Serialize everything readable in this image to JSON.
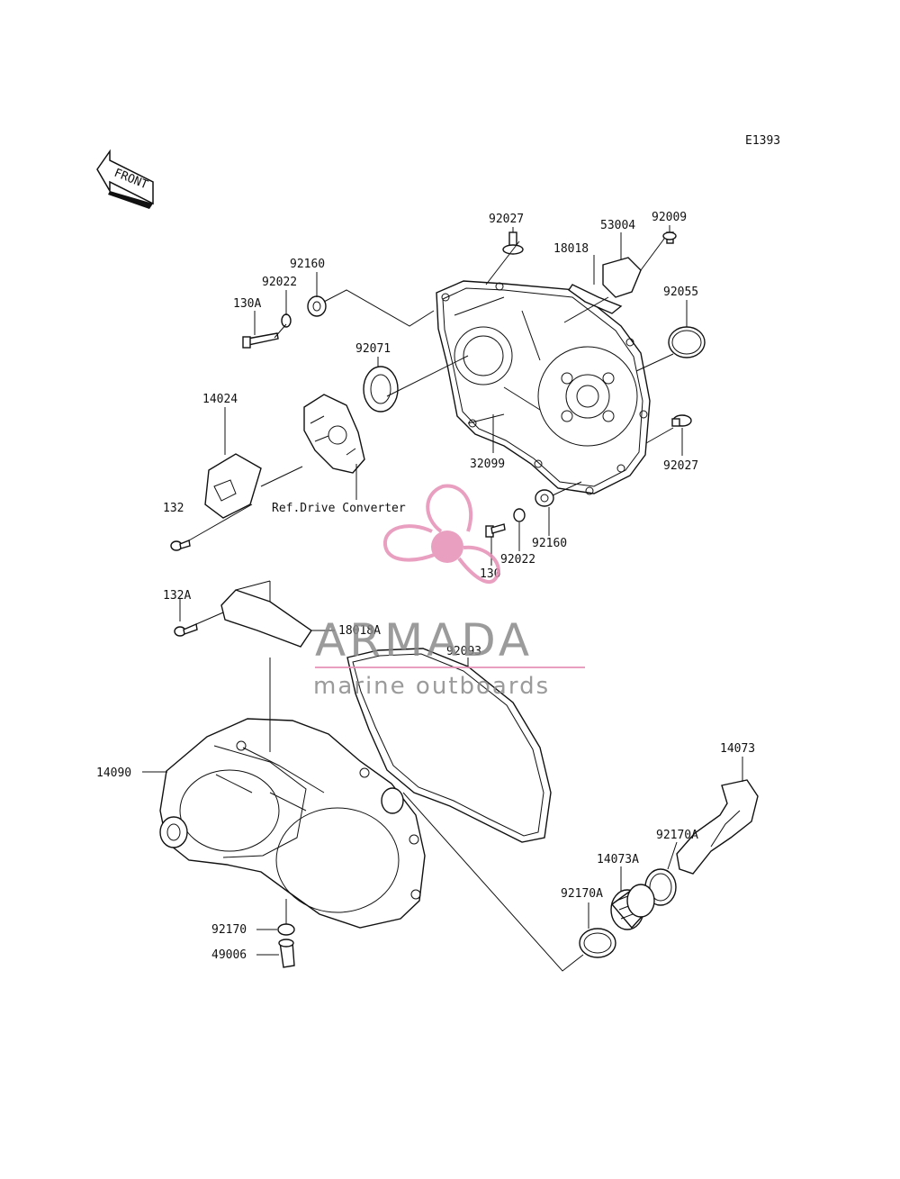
{
  "diagram": {
    "code": "E1393",
    "front_label": "FRONT",
    "reference_note": "Ref.Drive Converter",
    "parts": [
      {
        "id": "p-92027a",
        "number": "92027"
      },
      {
        "id": "p-53004",
        "number": "53004"
      },
      {
        "id": "p-92009",
        "number": "92009"
      },
      {
        "id": "p-18018",
        "number": "18018"
      },
      {
        "id": "p-92160a",
        "number": "92160"
      },
      {
        "id": "p-92022a",
        "number": "92022"
      },
      {
        "id": "p-130a",
        "number": "130A"
      },
      {
        "id": "p-92055",
        "number": "92055"
      },
      {
        "id": "p-92071",
        "number": "92071"
      },
      {
        "id": "p-14024",
        "number": "14024"
      },
      {
        "id": "p-32099",
        "number": "32099"
      },
      {
        "id": "p-92027b",
        "number": "92027"
      },
      {
        "id": "p-132",
        "number": "132"
      },
      {
        "id": "p-92160b",
        "number": "92160"
      },
      {
        "id": "p-92022b",
        "number": "92022"
      },
      {
        "id": "p-130",
        "number": "130"
      },
      {
        "id": "p-132a",
        "number": "132A"
      },
      {
        "id": "p-18018a",
        "number": "18018A"
      },
      {
        "id": "p-92093",
        "number": "92093"
      },
      {
        "id": "p-14073",
        "number": "14073"
      },
      {
        "id": "p-14090",
        "number": "14090"
      },
      {
        "id": "p-92170a1",
        "number": "92170A"
      },
      {
        "id": "p-14073a",
        "number": "14073A"
      },
      {
        "id": "p-92170a2",
        "number": "92170A"
      },
      {
        "id": "p-92170",
        "number": "92170"
      },
      {
        "id": "p-49006",
        "number": "49006"
      }
    ]
  },
  "watermark": {
    "brand": "ARMADA",
    "tagline": "marine outboards"
  },
  "colors": {
    "ink": "#111111",
    "watermark_pink": "#e58fb6",
    "watermark_gray": "#8a8a8a"
  }
}
